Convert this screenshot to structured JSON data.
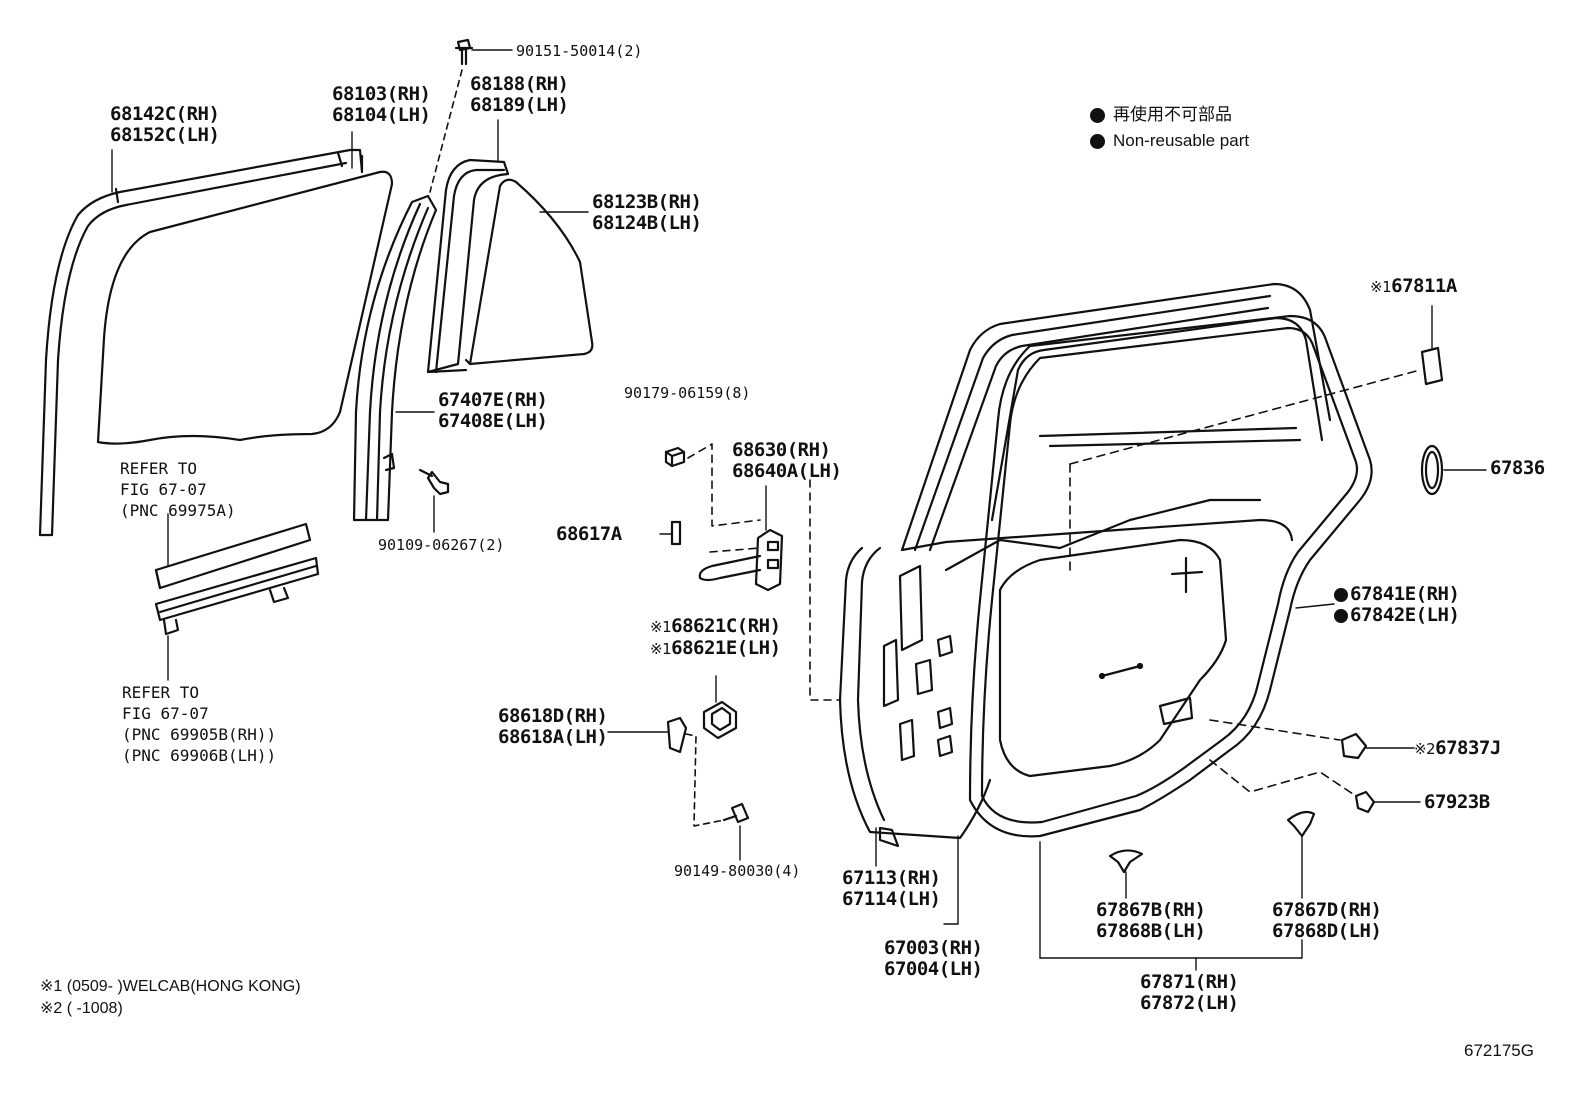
{
  "legend": {
    "jp": "再使用不可部品",
    "en": "Non-reusable part"
  },
  "parts": {
    "p68142": [
      "68142C(RH)",
      "68152C(LH)"
    ],
    "p68103": [
      "68103(RH)",
      "68104(LH)"
    ],
    "p90151": "90151-50014(2)",
    "p68188": [
      "68188(RH)",
      "68189(LH)"
    ],
    "p68123": [
      "68123B(RH)",
      "68124B(LH)"
    ],
    "p67407": [
      "67407E(RH)",
      "67408E(LH)"
    ],
    "p90109": "90109-06267(2)",
    "p90179": "90179-06159(8)",
    "p68630": [
      "68630(RH)",
      "68640A(LH)"
    ],
    "p68617": "68617A",
    "p68621": [
      "68621C(RH)",
      "68621E(LH)"
    ],
    "p68618": [
      "68618D(RH)",
      "68618A(LH)"
    ],
    "p90149": "90149-80030(4)",
    "p67811": "67811A",
    "p67836": "67836",
    "p67841": [
      "67841E(RH)",
      "67842E(LH)"
    ],
    "p67837": "67837J",
    "p67923": "67923B",
    "p67113": [
      "67113(RH)",
      "67114(LH)"
    ],
    "p67003": [
      "67003(RH)",
      "67004(LH)"
    ],
    "p67867": [
      "67867B(RH)",
      "67868B(LH)"
    ],
    "p67867d": [
      "67867D(RH)",
      "67868D(LH)"
    ],
    "p67871": [
      "67871(RH)",
      "67872(LH)"
    ]
  },
  "marks": {
    "m1": "※1",
    "m2": "※2"
  },
  "refs": {
    "ref1": [
      "REFER TO",
      "FIG 67-07",
      "(PNC 69975A)"
    ],
    "ref2": [
      "REFER TO",
      "FIG 67-07",
      "(PNC 69905B(RH))",
      "(PNC 69906B(LH))"
    ]
  },
  "notes": {
    "n1": "※1 (0509-      )WELCAB(HONG KONG)",
    "n2": "※2 (      -1008)"
  },
  "figure_id": "672175G"
}
